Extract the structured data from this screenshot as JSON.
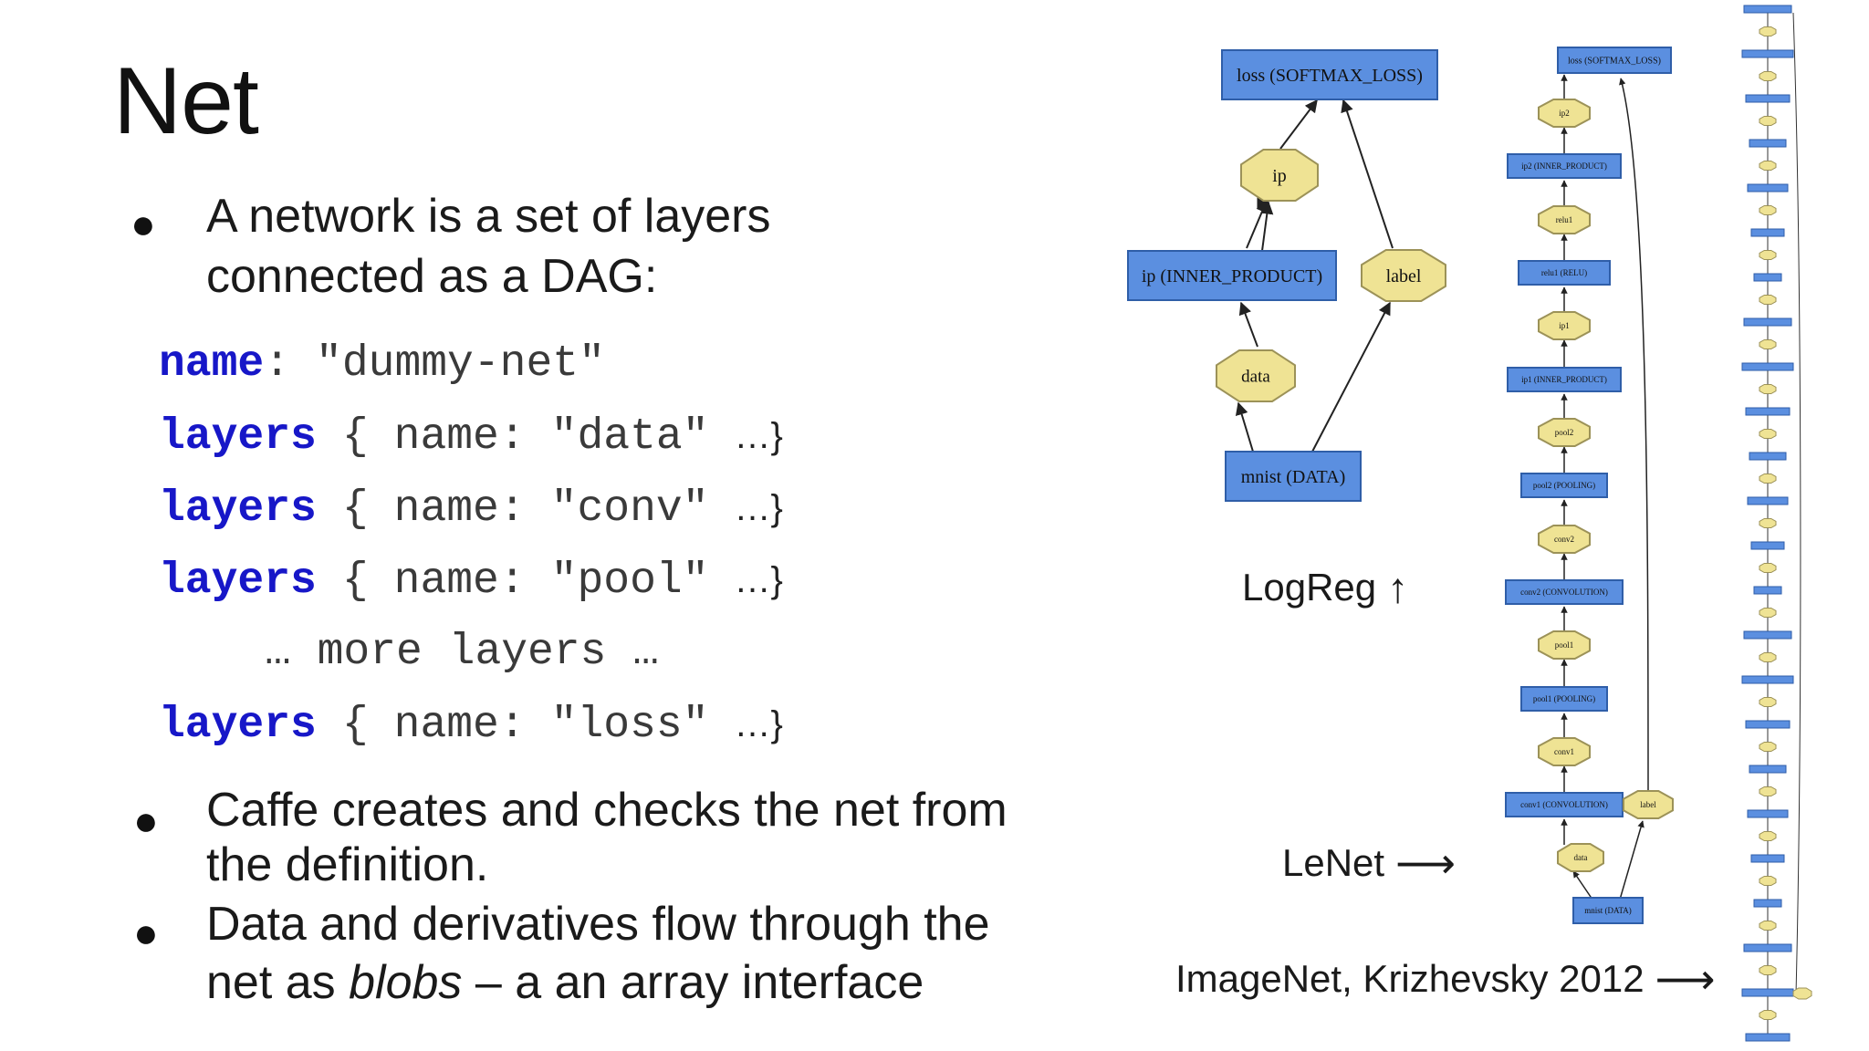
{
  "slide": {
    "title": "Net",
    "bullets": [
      {
        "lines": [
          "A network is a set of layers",
          "connected as a DAG:"
        ]
      },
      {
        "lines": [
          "Caffe creates and checks the net from",
          "the definition."
        ]
      },
      {
        "line1": "Data and derivatives flow through the",
        "line2_pre": "net as ",
        "line2_em": "blobs",
        "line2_post": " – a an array interface"
      }
    ],
    "bullet_symbol": "●",
    "code": {
      "name_line": {
        "keyword": "name",
        "colon": ":",
        "value": "\"dummy-net\""
      },
      "layer_keyword": "layers",
      "open_brace": "{",
      "name_key": "name:",
      "ellipsis_close": "…}",
      "layers": [
        "\"data\"",
        "\"conv\"",
        "\"pool\""
      ],
      "more_layers": "… more layers …",
      "last_layer": "\"loss\""
    }
  },
  "captions": {
    "logreg": {
      "label": "LogReg",
      "arrow": "↑"
    },
    "lenet": {
      "label": "LeNet",
      "arrow": "⟶"
    },
    "imagenet": {
      "label": "ImageNet, Krizhevsky 2012",
      "arrow": "⟶"
    }
  },
  "colors": {
    "layer_fill": "#5b8fe0",
    "layer_stroke": "#2f5ea8",
    "blob_fill": "#efe394",
    "blob_stroke": "#9c9258",
    "keyword": "#1717c8"
  },
  "logreg_graph": {
    "layers": [
      "loss (SOFTMAX_LOSS)",
      "ip (INNER_PRODUCT)",
      "mnist (DATA)"
    ],
    "blobs": [
      "ip",
      "label",
      "data"
    ]
  },
  "lenet_graph": {
    "layers": [
      "loss (SOFTMAX_LOSS)",
      "ip2 (INNER_PRODUCT)",
      "relu1 (RELU)",
      "ip1 (INNER_PRODUCT)",
      "pool2 (POOLING)",
      "conv2 (CONVOLUTION)",
      "pool1 (POOLING)",
      "conv1 (CONVOLUTION)",
      "mnist (DATA)"
    ],
    "blobs": [
      "ip2",
      "relu1",
      "ip1",
      "pool2",
      "conv2",
      "pool1",
      "conv1",
      "data",
      "label"
    ]
  }
}
